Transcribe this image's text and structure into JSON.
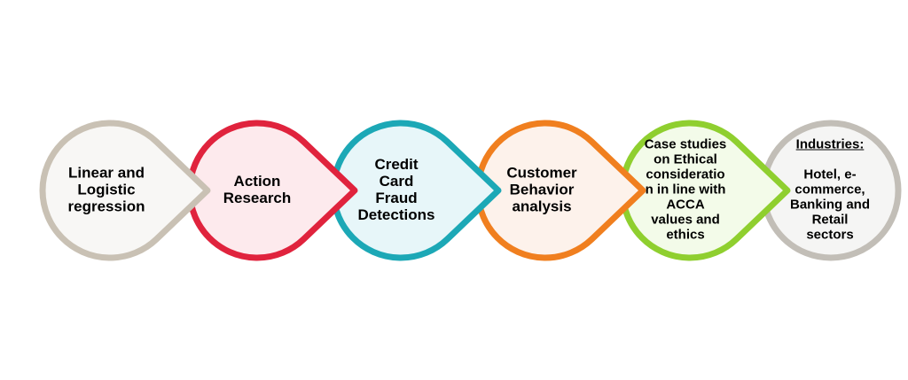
{
  "steps": [
    {
      "text": "Linear and\nLogistic\nregression",
      "stroke": "#c9c1b4",
      "fill": "#f8f7f5"
    },
    {
      "text": "Action\nResearch",
      "stroke": "#e0233d",
      "fill": "#fdeaed"
    },
    {
      "text": "Credit\nCard\nFraud\nDetections",
      "stroke": "#1ca8b6",
      "fill": "#e7f6f9"
    },
    {
      "text": "Customer\nBehavior\nanalysis",
      "stroke": "#f07f1f",
      "fill": "#fdf2eb"
    },
    {
      "text": "Case studies\non Ethical\nconsideratio\nn in line with\nACCA\nvalues and\nethics",
      "stroke": "#8fcf2f",
      "fill": "#f3fbe9"
    },
    {
      "heading": "Industries:",
      "text": "Hotel, e-\ncommerce,\nBanking and\nRetail\nsectors",
      "stroke": "#c2beb7",
      "fill": "#f5f5f4"
    }
  ]
}
